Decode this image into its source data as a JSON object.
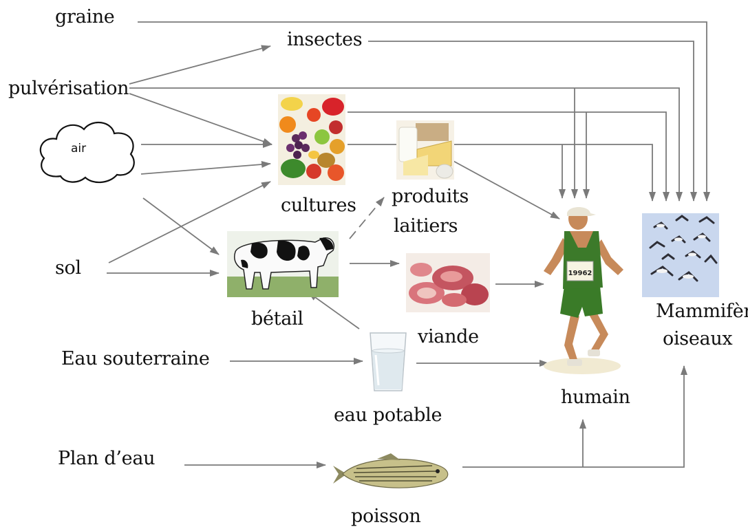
{
  "labels": {
    "graine": "graine",
    "insectes": "insectes",
    "pulverisation": "pulvérisation",
    "air": "air",
    "cultures": "cultures",
    "produits": "produits",
    "laitiers": "laitiers",
    "sol": "sol",
    "betail": "bétail",
    "viande": "viande",
    "mammiferes": "Mammifères",
    "oiseaux": "oiseaux",
    "eau_souterraine": "Eau souterraine",
    "eau_potable": "eau potable",
    "humain": "humain",
    "plan_deau": "Plan d’eau",
    "poisson": "poisson",
    "bib_number": "19962"
  },
  "flows": [
    {
      "from": "graine",
      "to": "Mammifères / oiseaux"
    },
    {
      "from": "insectes",
      "to": "Mammifères / oiseaux"
    },
    {
      "from": "pulvérisation",
      "to": "insectes"
    },
    {
      "from": "pulvérisation",
      "to": "cultures"
    },
    {
      "from": "pulvérisation",
      "to": "humain"
    },
    {
      "from": "pulvérisation",
      "to": "Mammifères / oiseaux"
    },
    {
      "from": "air",
      "to": "cultures"
    },
    {
      "from": "air",
      "to": "bétail"
    },
    {
      "from": "air",
      "to": "Mammifères / oiseaux"
    },
    {
      "from": "cultures",
      "to": "humain"
    },
    {
      "from": "cultures",
      "to": "Mammifères / oiseaux"
    },
    {
      "from": "sol",
      "to": "cultures"
    },
    {
      "from": "sol",
      "to": "bétail"
    },
    {
      "from": "bétail",
      "to": "produits laitiers"
    },
    {
      "from": "bétail",
      "to": "viande"
    },
    {
      "from": "produits laitiers",
      "to": "humain"
    },
    {
      "from": "viande",
      "to": "humain"
    },
    {
      "from": "Eau souterraine",
      "to": "eau potable"
    },
    {
      "from": "eau potable",
      "to": "bétail"
    },
    {
      "from": "eau potable",
      "to": "humain"
    },
    {
      "from": "Plan d’eau",
      "to": "poisson"
    },
    {
      "from": "poisson",
      "to": "humain"
    },
    {
      "from": "poisson",
      "to": "Mammifères / oiseaux"
    }
  ],
  "colors": {
    "arrow": "#7a7a7a",
    "text": "#111111"
  }
}
